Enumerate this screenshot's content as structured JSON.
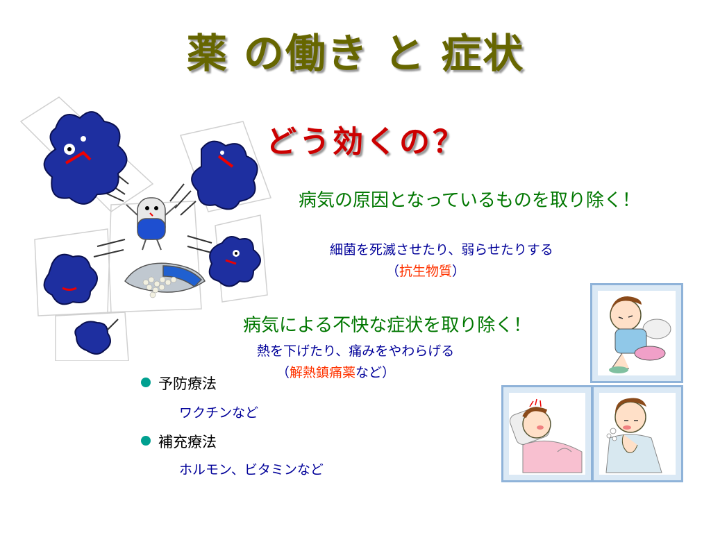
{
  "slide": {
    "title": "薬 の働き と 症状",
    "subtitle": "どう効くの？",
    "point1": {
      "heading": "病気の原因となっているものを取り除く！",
      "detail": "細菌を死滅させたり、弱らせたりする",
      "paren_open": "（",
      "highlight": "抗生物質",
      "paren_close": "）"
    },
    "point2": {
      "heading": "病気による不快な症状を取り除く！",
      "detail": "熱を下げたり、痛みをやわらげる",
      "paren_open": "（",
      "highlight": "解熱鎮痛薬",
      "suffix": "など）"
    },
    "bullets": [
      {
        "label": "予防療法",
        "sub": "ワクチンなど"
      },
      {
        "label": "補充療法",
        "sub": "ホルモン、ビタミンなど"
      }
    ]
  },
  "icons": {
    "germs": "germ-icon",
    "pill": "pill-character-icon",
    "capsule": "capsule-icon",
    "sick_kids": "sick-child-illustration"
  },
  "colors": {
    "title": "#666600",
    "subtitle": "#cc0000",
    "heading": "#007700",
    "detail": "#000099",
    "highlight": "#ff3300",
    "bullet": "#00a090"
  }
}
